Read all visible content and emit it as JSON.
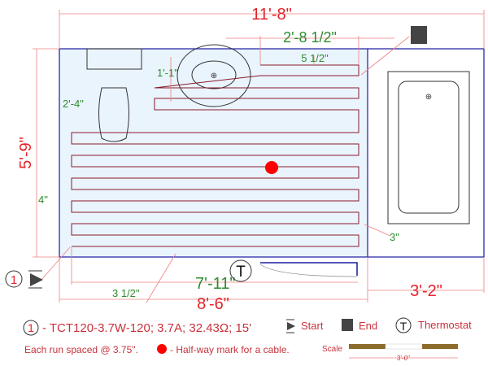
{
  "dimensions": {
    "total_width": "11'-8\"",
    "vanity_gap": "2'-8 1/2\"",
    "top_offset": "5 1/2\"",
    "sink_offset": "1'-1\"",
    "toilet_offset": "2'-4\"",
    "height": "5'-9\"",
    "left_offset": "4\"",
    "right_offset": "3\"",
    "bottom_offset": "3 1/2\"",
    "cable_run": "7'-11\"",
    "heated_width": "8'-6\"",
    "tub_width": "3'-2\""
  },
  "markers": {
    "circuit_number": "1",
    "thermostat_symbol": "T"
  },
  "legend": {
    "cable_number": "1",
    "cable_spec": "- TCT120-3.7W-120; 3.7A; 32.43Ω; 15'",
    "start_label": "Start",
    "end_label": "End",
    "thermostat_symbol": "T",
    "thermostat_label": "Thermostat",
    "spacing_note": "Each run spaced @ 3.75\".",
    "halfway_note": "- Half-way mark for a cable.",
    "scale_label": "Scale",
    "scale_value": "3'-0\""
  },
  "colors": {
    "cable": "#8b1a2b",
    "wall": "#1a1aa0",
    "dimension": "#e3242b",
    "halfway": "#ff0000",
    "heated_fill": "#eaf4fd"
  }
}
